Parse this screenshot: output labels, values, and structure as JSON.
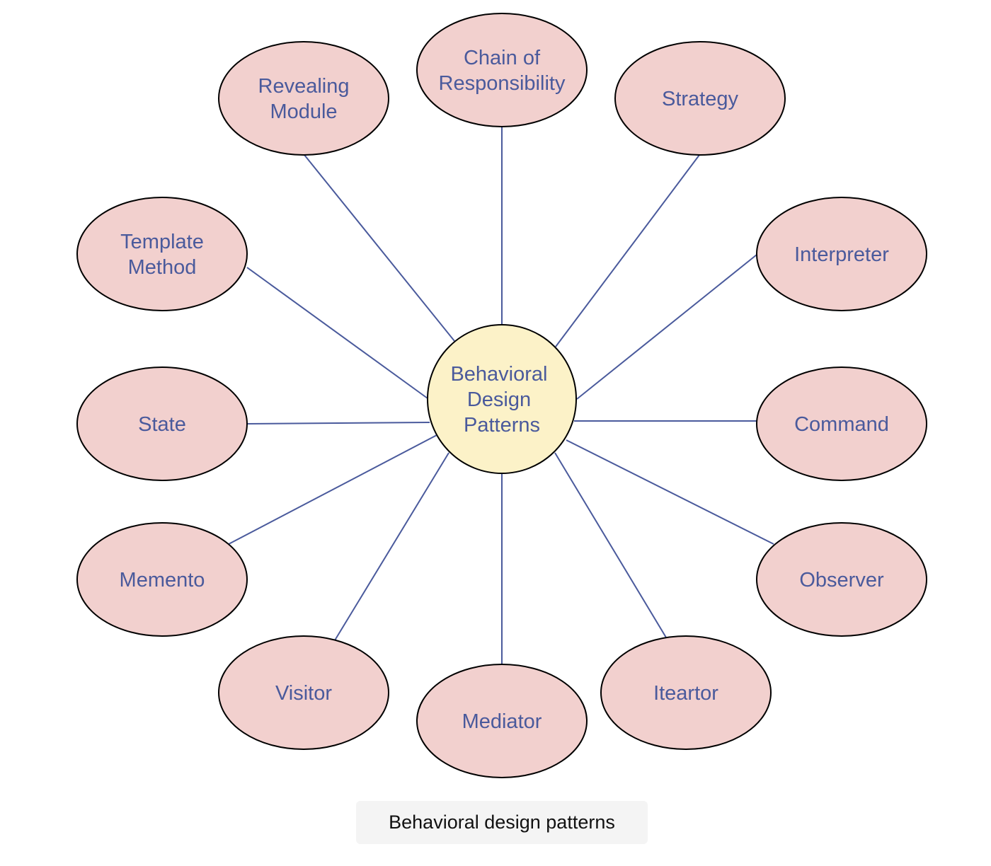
{
  "diagram": {
    "center": {
      "lines": [
        "Behavioral",
        "Design",
        "Patterns"
      ]
    },
    "nodes": [
      {
        "id": "chain-of-responsibility",
        "lines": [
          "Chain of",
          "Responsibility"
        ]
      },
      {
        "id": "strategy",
        "lines": [
          "Strategy"
        ]
      },
      {
        "id": "interpreter",
        "lines": [
          "Interpreter"
        ]
      },
      {
        "id": "command",
        "lines": [
          "Command"
        ]
      },
      {
        "id": "observer",
        "lines": [
          "Observer"
        ]
      },
      {
        "id": "iteartor",
        "lines": [
          "Iteartor"
        ]
      },
      {
        "id": "mediator",
        "lines": [
          "Mediator"
        ]
      },
      {
        "id": "visitor",
        "lines": [
          "Visitor"
        ]
      },
      {
        "id": "memento",
        "lines": [
          "Memento"
        ]
      },
      {
        "id": "state",
        "lines": [
          "State"
        ]
      },
      {
        "id": "template-method",
        "lines": [
          "Template",
          "Method"
        ]
      },
      {
        "id": "revealing-module",
        "lines": [
          "Revealing",
          "Module"
        ]
      }
    ],
    "colors": {
      "node_fill": "#f2d0ce",
      "center_fill": "#fcf2c8",
      "outline": "#000000",
      "text": "#4a5a9c",
      "connector": "#4a5a9c"
    }
  },
  "caption": "Behavioral design patterns"
}
